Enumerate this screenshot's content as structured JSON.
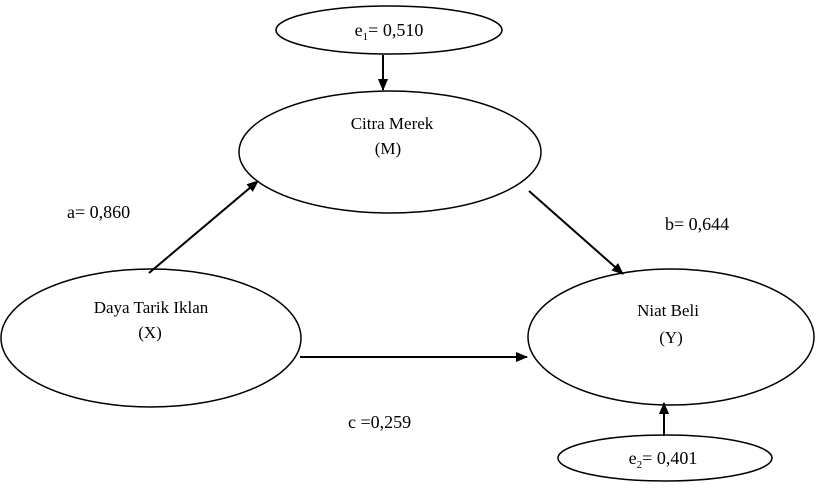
{
  "nodes": {
    "citra_merek": {
      "name": "Citra Merek",
      "symbol": "(M)"
    },
    "daya_tarik": {
      "name": "Daya Tarik Iklan",
      "symbol": "(X)"
    },
    "niat_beli": {
      "name": "Niat Beli",
      "symbol": "(Y)"
    }
  },
  "errors": {
    "e1": {
      "letter": "e",
      "subscript": "1",
      "value": "= 0,510"
    },
    "e2": {
      "letter": "e",
      "subscript": "2",
      "value": "= 0,401"
    }
  },
  "paths": {
    "a": "a= 0,860",
    "b": "b= 0,644",
    "c": "c =0,259"
  }
}
